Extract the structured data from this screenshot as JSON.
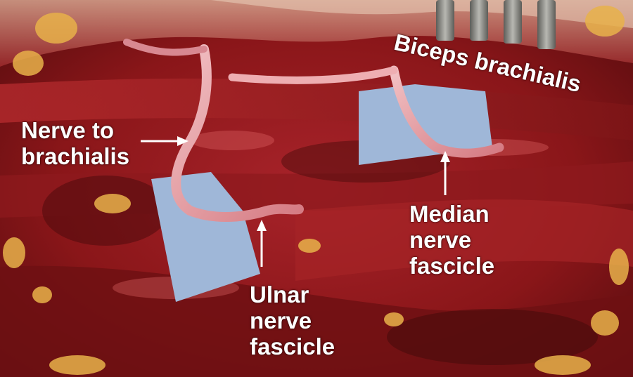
{
  "labels": {
    "biceps": "Biceps brachialis",
    "nerve_to_brachialis": [
      "Nerve to",
      "brachialis"
    ],
    "median": [
      "Median",
      "nerve",
      "fascicle"
    ],
    "ulnar": [
      "Ulnar",
      "nerve",
      "fascicle"
    ]
  },
  "colors": {
    "tissue_dark": "#5a0f10",
    "tissue_mid": "#9b1d1f",
    "tissue_light": "#c8393a",
    "fat": "#e8b14a",
    "nerve": "#e59aa0",
    "background_paper": "#9fb7d8",
    "retractor": "#8a8a86",
    "label_text": "#ffffff"
  }
}
